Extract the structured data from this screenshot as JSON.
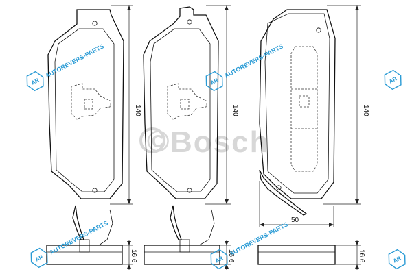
{
  "brand": {
    "name": "Bosch",
    "color": "#d7d7d7"
  },
  "watermark": {
    "badge_text": "AR",
    "label": "AUTOREVERS-PARTS",
    "color": "#2a9bd5"
  },
  "dimensions": {
    "pad_height": "140",
    "pad_height_2": "140",
    "pad_height_3": "140",
    "spring_width": "50",
    "thickness": "16.6",
    "thickness_2": "16.6",
    "thickness_3": "16.6"
  }
}
